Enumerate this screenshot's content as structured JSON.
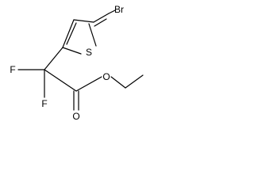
{
  "molecule": {
    "atoms": {
      "br": "Br",
      "s": "S",
      "f_left": "F",
      "f_bottom": "F",
      "o_ester": "O",
      "o_carbonyl": "O"
    }
  }
}
